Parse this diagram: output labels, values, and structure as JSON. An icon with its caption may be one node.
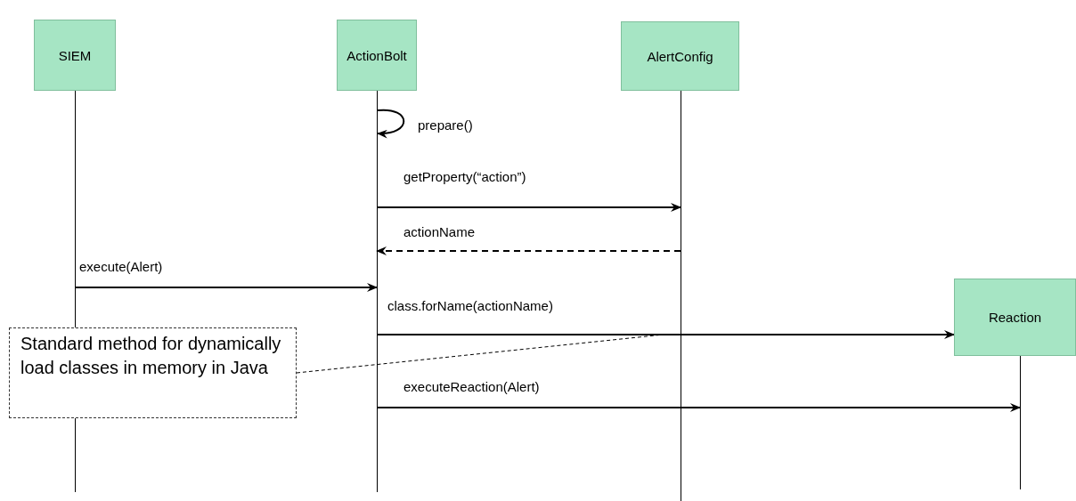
{
  "diagram": {
    "nodes": [
      {
        "text": [
          "SIEM"
        ]
      },
      {
        "text": [
          "ActionBolt"
        ]
      },
      {
        "text": [
          "AlertConfig"
        ]
      },
      {
        "text": [
          "Reaction"
        ]
      },
      {
        "text": [
          "Standard method for dynamically load classes in memory in Java"
        ]
      }
    ],
    "edges": [
      {
        "from": 1,
        "to": 1,
        "arrow": "to",
        "label": "prepare()"
      },
      {
        "from": 1,
        "to": 2,
        "arrow": "to",
        "label": "getProperty(“action”)"
      },
      {
        "from": 2,
        "to": 1,
        "arrow": "to",
        "label": "actionName",
        "style": "dashed"
      },
      {
        "from": 0,
        "to": 1,
        "arrow": "to",
        "label": "execute(Alert)"
      },
      {
        "from": 1,
        "to": 3,
        "arrow": "to",
        "label": "class.forName(actionName)"
      },
      {
        "from": 1,
        "to": 3,
        "arrow": "to",
        "label": "executeReaction(Alert)"
      },
      {
        "from": 4,
        "to": null,
        "arrow": "none",
        "style": "dashed"
      }
    ]
  }
}
